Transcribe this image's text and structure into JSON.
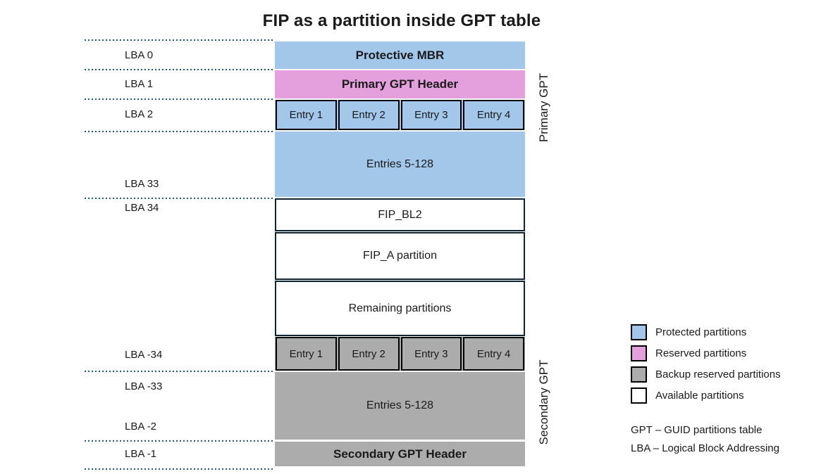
{
  "title": "FIP as a partition inside GPT table",
  "colors": {
    "protected": "#A2C7EA",
    "reserved": "#E4A0DC",
    "backup": "#ACACAC",
    "available": "#FFFFFF",
    "dotted_line": "#1E5B6E",
    "dark_border": "#0E2433"
  },
  "lba_labels": [
    "LBA 0",
    "LBA 1",
    "LBA 2",
    "LBA 33",
    "LBA 34",
    "LBA -34",
    "LBA -33",
    "LBA -2",
    "LBA -1"
  ],
  "blocks": {
    "protective_mbr": "Protective MBR",
    "primary_gpt_header": "Primary GPT Header",
    "primary_entries": [
      "Entry 1",
      "Entry 2",
      "Entry 3",
      "Entry 4"
    ],
    "primary_entries_rest": "Entries 5-128",
    "fip_bl2": "FIP_BL2",
    "fip_a": "FIP_A partition",
    "remaining": "Remaining partitions",
    "secondary_entries": [
      "Entry 1",
      "Entry 2",
      "Entry 3",
      "Entry 4"
    ],
    "secondary_entries_rest": "Entries 5-128",
    "secondary_gpt_header": "Secondary GPT Header"
  },
  "side_labels": {
    "primary": "Primary GPT",
    "secondary": "Secondary GPT"
  },
  "legend": {
    "items": [
      {
        "label": "Protected partitions",
        "color_key": "protected"
      },
      {
        "label": "Reserved partitions",
        "color_key": "reserved"
      },
      {
        "label": "Backup reserved partitions",
        "color_key": "backup"
      },
      {
        "label": "Available partitions",
        "color_key": "available"
      }
    ],
    "footnotes": [
      "GPT – GUID partitions table",
      "LBA – Logical Block Addressing"
    ]
  }
}
